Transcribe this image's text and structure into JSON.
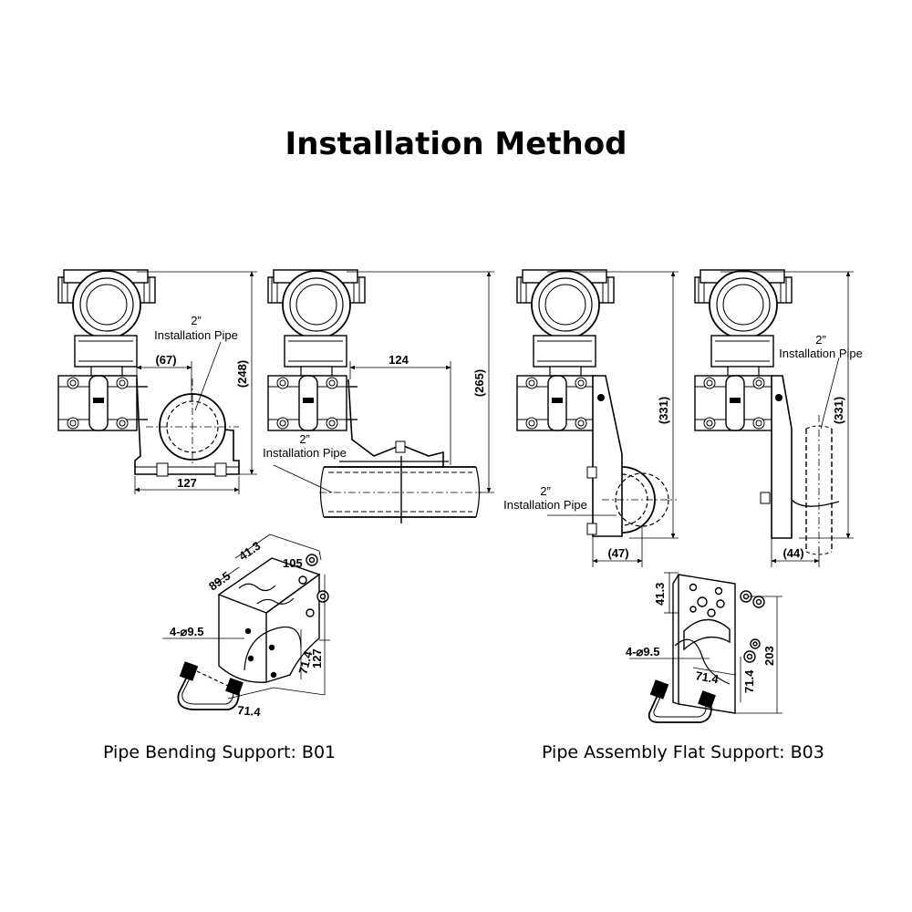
{
  "title": "Installation Method",
  "views": {
    "v1": {
      "pipe_label_line1": "2”",
      "pipe_label_line2": "Installation Pipe",
      "dim_offset": "(67)",
      "dim_height": "(248)",
      "dim_width": "127"
    },
    "v2": {
      "pipe_label_line1": "2”",
      "pipe_label_line2": "Installation Pipe",
      "dim_width": "124",
      "dim_height": "(265)"
    },
    "v3": {
      "pipe_label_line1": "2”",
      "pipe_label_line2": "Installation Pipe",
      "dim_height": "(331)",
      "dim_offset": "(47)"
    },
    "v4": {
      "pipe_label_line1": "2”",
      "pipe_label_line2": "Installation Pipe",
      "dim_height": "(331)",
      "dim_offset": "(44)"
    }
  },
  "bracket_b01": {
    "caption": "Pipe Bending Support: B01",
    "dims": {
      "a": "89.5",
      "b": "41.3",
      "c": "105",
      "holes": "4-⌀9.5",
      "d": "71.4",
      "e": "127",
      "f": "71.4"
    }
  },
  "bracket_b03": {
    "caption": "Pipe Assembly Flat Support: B03",
    "dims": {
      "a": "41.3",
      "b": "203",
      "holes": "4-⌀9.5",
      "c": "71.4",
      "d": "71.4"
    }
  }
}
